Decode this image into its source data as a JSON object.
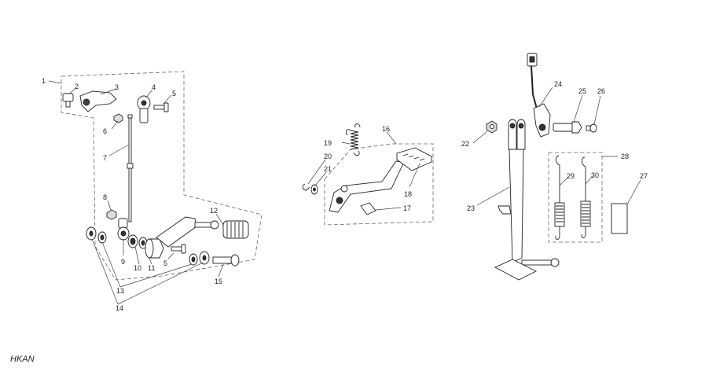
{
  "callouts": [
    "1",
    "2",
    "3",
    "4",
    "5",
    "6",
    "7",
    "8",
    "9",
    "10",
    "11",
    "12",
    "13",
    "14",
    "15",
    "16",
    "17",
    "18",
    "19",
    "20",
    "21",
    "22",
    "23",
    "24",
    "25",
    "26",
    "27",
    "28",
    "29",
    "30"
  ],
  "extra_labels": {
    "five_b": "5",
    "thirteen_b": "13",
    "fourteen_b": "14"
  },
  "diagram_code": "HKAN"
}
